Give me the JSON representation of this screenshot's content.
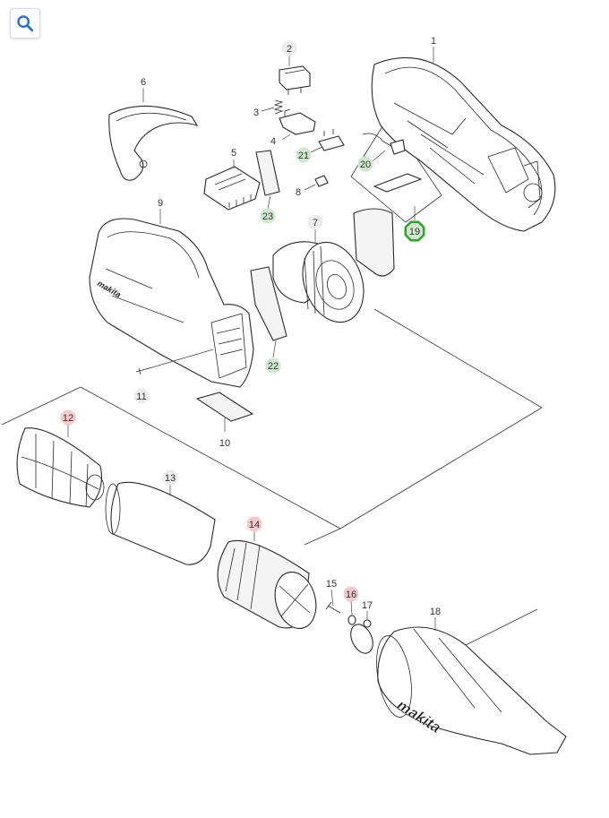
{
  "toolbar": {
    "search_icon": "search-icon"
  },
  "brand": {
    "logo_text": "makita"
  },
  "highlight_colors": {
    "green": "#cfe8cf",
    "green_selected": "#33a033",
    "red": "#f6c9cc",
    "gray": "#ececec"
  },
  "callouts": [
    {
      "id": "callout-1",
      "label": "1",
      "style": "plain"
    },
    {
      "id": "callout-2",
      "label": "2",
      "style": "gray"
    },
    {
      "id": "callout-3",
      "label": "3",
      "style": "plain"
    },
    {
      "id": "callout-4",
      "label": "4",
      "style": "plain"
    },
    {
      "id": "callout-5",
      "label": "5",
      "style": "plain"
    },
    {
      "id": "callout-6",
      "label": "6",
      "style": "plain"
    },
    {
      "id": "callout-7",
      "label": "7",
      "style": "gray"
    },
    {
      "id": "callout-8",
      "label": "8",
      "style": "plain"
    },
    {
      "id": "callout-9",
      "label": "9",
      "style": "plain"
    },
    {
      "id": "callout-10",
      "label": "10",
      "style": "plain"
    },
    {
      "id": "callout-11",
      "label": "11",
      "style": "gray"
    },
    {
      "id": "callout-12",
      "label": "12",
      "style": "red"
    },
    {
      "id": "callout-13",
      "label": "13",
      "style": "gray"
    },
    {
      "id": "callout-14",
      "label": "14",
      "style": "red"
    },
    {
      "id": "callout-15",
      "label": "15",
      "style": "plain"
    },
    {
      "id": "callout-16",
      "label": "16",
      "style": "red"
    },
    {
      "id": "callout-17",
      "label": "17",
      "style": "plain"
    },
    {
      "id": "callout-18",
      "label": "18",
      "style": "plain"
    },
    {
      "id": "callout-19",
      "label": "19",
      "style": "green-selected"
    },
    {
      "id": "callout-20",
      "label": "20",
      "style": "green"
    },
    {
      "id": "callout-21",
      "label": "21",
      "style": "green"
    },
    {
      "id": "callout-22",
      "label": "22",
      "style": "green"
    },
    {
      "id": "callout-23",
      "label": "23",
      "style": "green"
    }
  ]
}
